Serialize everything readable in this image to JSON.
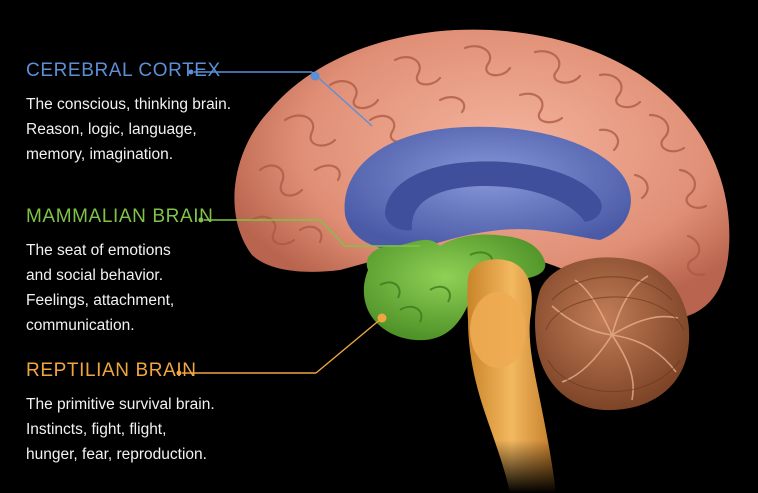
{
  "colors": {
    "background": "#000000",
    "cortex": "#5b8fd6",
    "mammalian": "#7fc447",
    "reptilian": "#f0a640",
    "cortex_tissue": "#e89a82",
    "limbic_tissue": "#6679c0",
    "brainstem_tissue": "#e0a24a",
    "cerebellum_tissue": "#a0603e"
  },
  "regions": [
    {
      "id": "cortex",
      "title": "CEREBRAL CORTEX",
      "lines": [
        "The conscious, thinking brain.",
        "Reason, logic, language,",
        "memory, imagination."
      ]
    },
    {
      "id": "mammalian",
      "title": "MAMMALIAN BRAIN",
      "lines": [
        "The seat of emotions",
        "and social behavior.",
        "Feelings, attachment,",
        "communication."
      ]
    },
    {
      "id": "reptilian",
      "title": "REPTILIAN BRAIN",
      "lines": [
        "The primitive survival brain.",
        "Instincts, fight, flight,",
        "hunger, fear, reproduction."
      ]
    }
  ]
}
